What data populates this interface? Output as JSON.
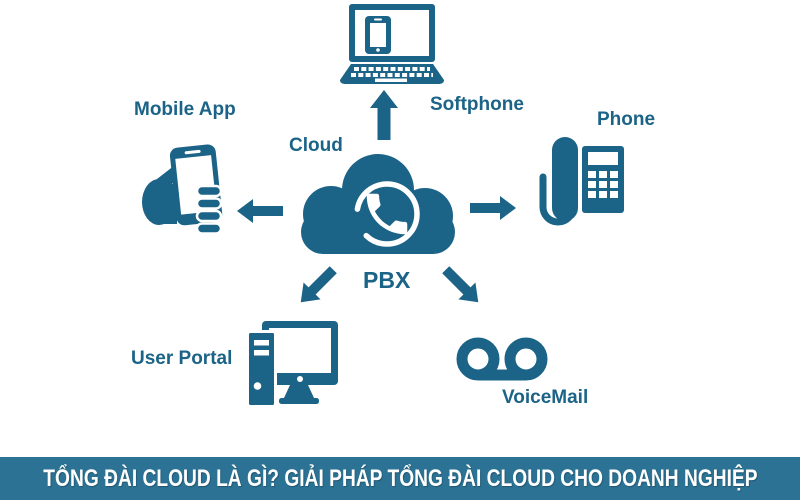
{
  "colors": {
    "icon_primary": "#1b6387",
    "banner_background": "#2b7294",
    "banner_text": "#ffffff",
    "page_background": "#ffffff"
  },
  "center": {
    "top_label": "Cloud",
    "bottom_label": "PBX"
  },
  "nodes": {
    "softphone": {
      "label": "Softphone"
    },
    "mobile_app": {
      "label": "Mobile App"
    },
    "phone": {
      "label": "Phone"
    },
    "user_portal": {
      "label": "User Portal"
    },
    "voicemail": {
      "label": "VoiceMail"
    }
  },
  "banner": {
    "text": "TỔNG ĐÀI CLOUD LÀ GÌ? GIẢI PHÁP TỔNG ĐÀI CLOUD CHO DOANH NGHIỆP"
  }
}
